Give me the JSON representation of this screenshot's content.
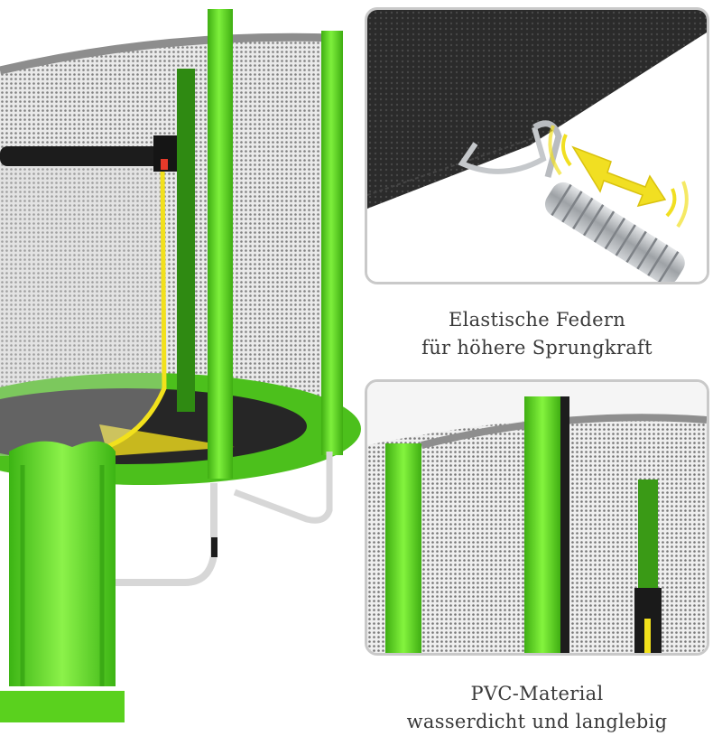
{
  "feature_top": {
    "caption_line1": "Elastische Federn",
    "caption_line2": "für höhere Sprungkraft"
  },
  "feature_bottom": {
    "caption_line1": "PVC-Material",
    "caption_line2": "wasserdicht und langlebig"
  },
  "colors": {
    "frame_green": "#5fd321",
    "net_black": "#1c1c1c",
    "safety_yellow": "#f2e11c",
    "spring_silver": "#b9bcc0",
    "panel_border": "#c9c9c9",
    "caption_text": "#3a3a3a"
  },
  "icons": [
    "double-arrow-icon"
  ]
}
